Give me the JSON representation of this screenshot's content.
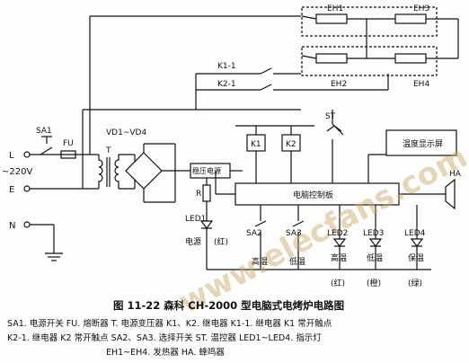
{
  "labels": {
    "L": "L",
    "E": "E",
    "N": "N",
    "voltage": "~220V",
    "SA1": "SA1",
    "FU": "FU",
    "T": "T",
    "VD": "VD1~VD4",
    "K1_1": "K1-1",
    "K2_1": "K2-1",
    "EH1": "EH1",
    "EH2": "EH2",
    "EH3": "EH3",
    "EH4": "EH4",
    "ST": "ST",
    "K1": "K1",
    "K2": "K2",
    "regulator": "稳压电源",
    "temp_display": "温度显示屏",
    "board": "电脑控制板",
    "R": "R",
    "LED1": "LED1",
    "power": "电源",
    "red1": "(红)",
    "SA2": "SA2",
    "SA3": "SA3",
    "LED2": "LED2",
    "LED3": "LED3",
    "LED4": "LED4",
    "high_temp": "高温",
    "low_temp": "低温",
    "high_temp2": "高温",
    "low_temp2": "低温",
    "keep_warm": "保温",
    "red2": "(红)",
    "orange": "(橙)",
    "green": "(绿)",
    "HA": "HA",
    "watermark": "www.elecfans.com"
  },
  "caption": {
    "title": "图 11-22   森科 CH-2000 型电脑式电烤炉电路图",
    "legend1": "SA1. 电源开关   FU. 熔断器   T. 电源变压器   K1、K2. 继电器   K1-1. 继电器 K1 常开触点",
    "legend2": "K2-1. 继电器 K2 常开触点   SA2、SA3. 选择开关   ST. 温控器   LED1~LED4. 指示灯",
    "legend3": "EH1~EH4. 发热器   HA. 蜂鸣器"
  },
  "colors": {
    "ink": "#111111",
    "paper": "#fdfdfb",
    "watermark": "#c9a66a"
  }
}
